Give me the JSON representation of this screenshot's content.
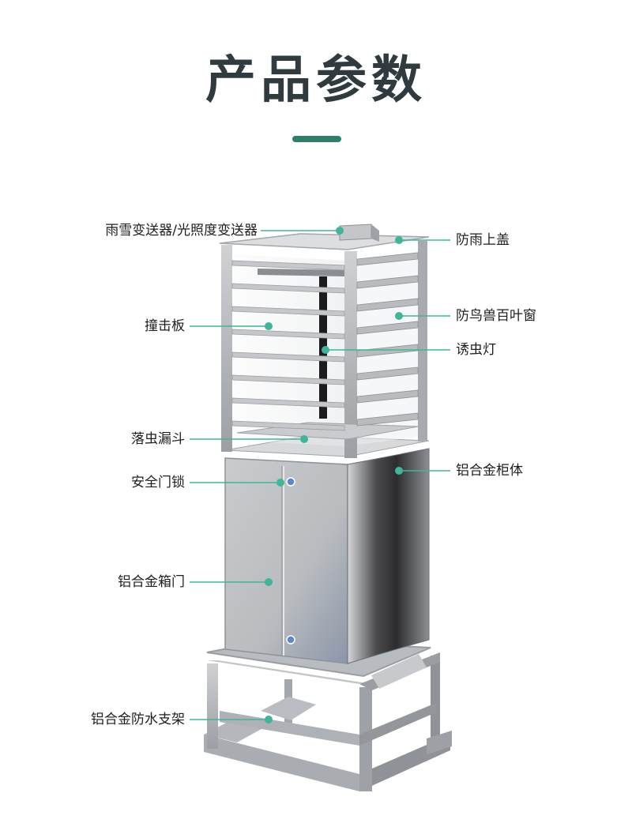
{
  "page": {
    "title": "产品参数",
    "accent_color": "#2f7f6c",
    "leader_color": "#3fb59a"
  },
  "callouts_left": [
    {
      "id": "rain-snow-sensor",
      "text": "雨雪变送器/光照度变送器"
    },
    {
      "id": "impact-plate",
      "text": "撞击板"
    },
    {
      "id": "insect-funnel",
      "text": "落虫漏斗"
    },
    {
      "id": "safety-lock",
      "text": "安全门锁"
    },
    {
      "id": "cabinet-door",
      "text": "铝合金箱门"
    },
    {
      "id": "waterproof-stand",
      "text": "铝合金防水支架"
    }
  ],
  "callouts_right": [
    {
      "id": "rain-cover",
      "text": "防雨上盖"
    },
    {
      "id": "louver",
      "text": "防鸟兽百叶窗"
    },
    {
      "id": "insect-lamp",
      "text": "诱虫灯"
    },
    {
      "id": "cabinet-body",
      "text": "铝合金柜体"
    }
  ]
}
